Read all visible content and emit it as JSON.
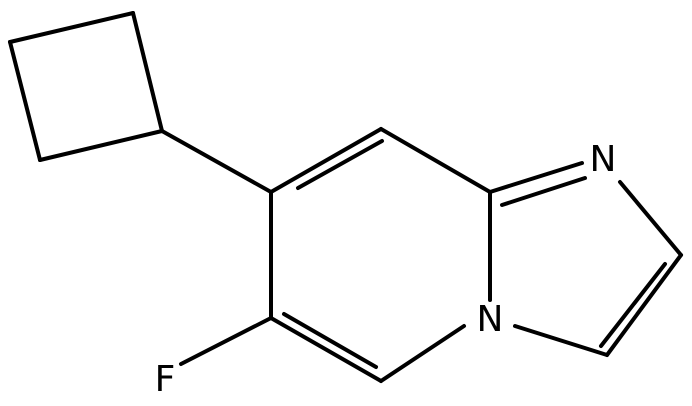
{
  "molecule": {
    "atoms": {
      "N1": "N",
      "N4": "N",
      "F": "F"
    },
    "line_color": "#000000",
    "background_color": "#ffffff"
  }
}
